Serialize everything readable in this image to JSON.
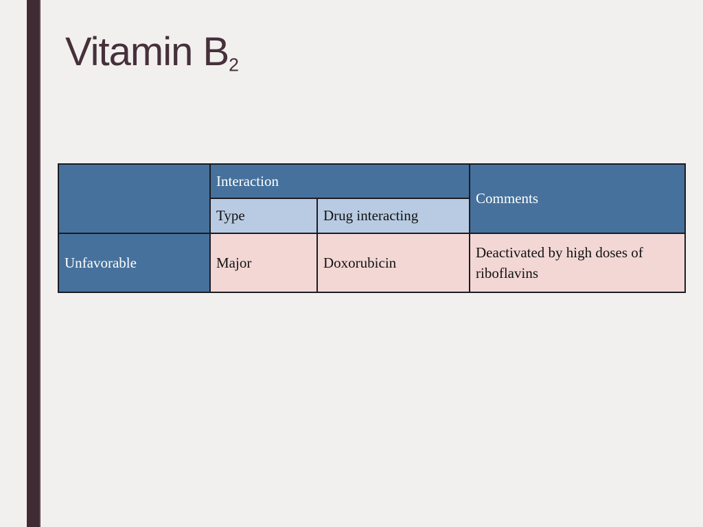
{
  "slide": {
    "title": "Vitamin B",
    "title_subscript": "2"
  },
  "table": {
    "headers": {
      "interaction": "Interaction",
      "type": "Type",
      "drug_interacting": "Drug interacting",
      "comments": "Comments"
    },
    "rows": [
      {
        "row_header": "Unfavorable",
        "type": "Major",
        "drug_interacting": "Doxorubicin",
        "comments": "Deactivated by high doses of riboflavins"
      }
    ]
  },
  "colors": {
    "background": "#f1f0ee",
    "accent_bar": "#402b34",
    "title_text": "#46303b",
    "header_blue": "#46719c",
    "subheader_light_blue": "#b8cbe2",
    "data_pink": "#f2d7d5",
    "border_dark": "#1b1a21",
    "blue_divider": "#7493b6",
    "header_text": "#ffffff",
    "cell_text": "#121212"
  }
}
